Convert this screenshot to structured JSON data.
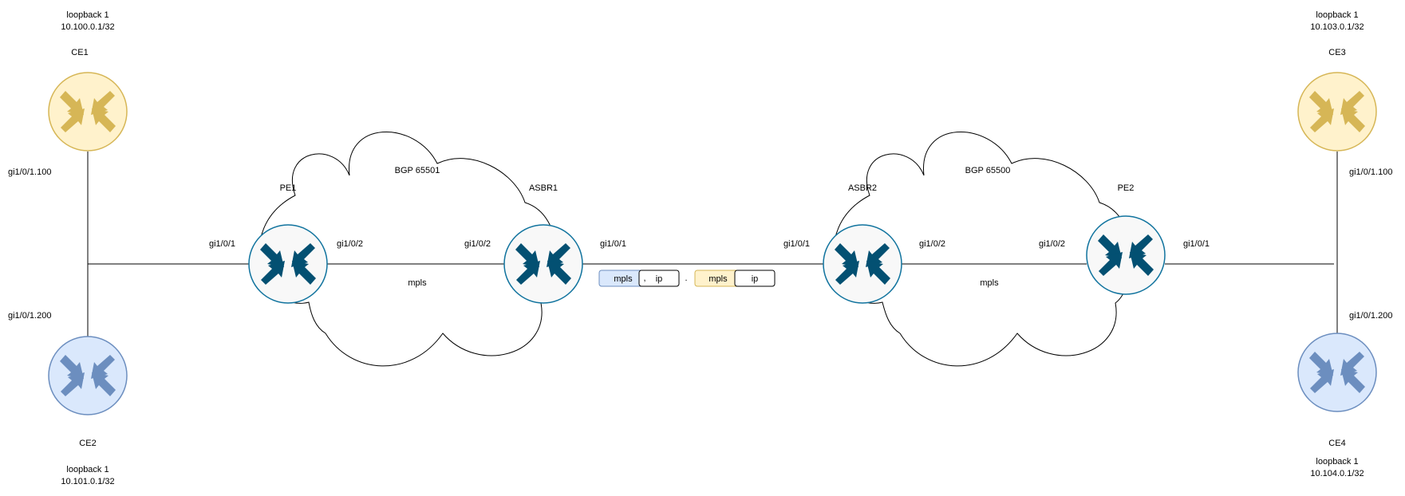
{
  "colors": {
    "line": "#000000",
    "provider_router_fill": "#f8f8f8",
    "provider_router_stroke": "#10739e",
    "provider_arrow": "#035072",
    "ce_yellow_fill": "#fff2cc",
    "ce_yellow_stroke": "#d6b656",
    "ce_yellow_arrow": "#d6b656",
    "ce_blue_fill": "#dae8fc",
    "ce_blue_stroke": "#6c8ebf",
    "ce_blue_arrow": "#6c8ebf",
    "mpls_blue_fill": "#dae8fc",
    "mpls_yellow_fill": "#fff2cc"
  },
  "clouds": [
    {
      "id": "cloud-left",
      "label": "BGP 65501",
      "link_label": "mpls"
    },
    {
      "id": "cloud-right",
      "label": "BGP 65500",
      "link_label": "mpls"
    }
  ],
  "routers": [
    {
      "id": "ce1",
      "name": "CE1",
      "style": "ce-yellow",
      "icon": "router-icon",
      "loopback_label": "loopback 1",
      "loopback_ip": "10.100.0.1/32"
    },
    {
      "id": "ce2",
      "name": "CE2",
      "style": "ce-blue",
      "icon": "router-icon",
      "loopback_label": "loopback 1",
      "loopback_ip": "10.101.0.1/32"
    },
    {
      "id": "ce3",
      "name": "CE3",
      "style": "ce-yellow",
      "icon": "router-icon",
      "loopback_label": "loopback 1",
      "loopback_ip": "10.103.0.1/32"
    },
    {
      "id": "ce4",
      "name": "CE4",
      "style": "ce-blue",
      "icon": "router-icon",
      "loopback_label": "loopback 1",
      "loopback_ip": "10.104.0.1/32"
    },
    {
      "id": "pe1",
      "name": "PE1",
      "style": "provider",
      "icon": "router-icon"
    },
    {
      "id": "asbr1",
      "name": "ASBR1",
      "style": "provider",
      "icon": "router-icon"
    },
    {
      "id": "asbr2",
      "name": "ASBR2",
      "style": "provider",
      "icon": "router-icon"
    },
    {
      "id": "pe2",
      "name": "PE2",
      "style": "provider",
      "icon": "router-icon"
    }
  ],
  "interfaces": {
    "ce1_if": "gi1/0/1.100",
    "ce2_if": "gi1/0/1.200",
    "pe1_left": "gi1/0/1",
    "pe1_right": "gi1/0/2",
    "asbr1_left": "gi1/0/2",
    "asbr1_right": "gi1/0/1",
    "asbr2_left": "gi1/0/1",
    "asbr2_right": "gi1/0/2",
    "pe2_left": "gi1/0/2",
    "pe2_right": "gi1/0/1",
    "ce3_if": "gi1/0/1.100",
    "ce4_if": "gi1/0/1.200"
  },
  "packets": [
    {
      "id": "packet-1",
      "label_tag": "mpls",
      "payload": "ip",
      "color": "blue",
      "dot_left": ",",
      "dot_right": "."
    },
    {
      "id": "packet-2",
      "label_tag": "mpls",
      "payload": "ip",
      "color": "yellow"
    }
  ]
}
